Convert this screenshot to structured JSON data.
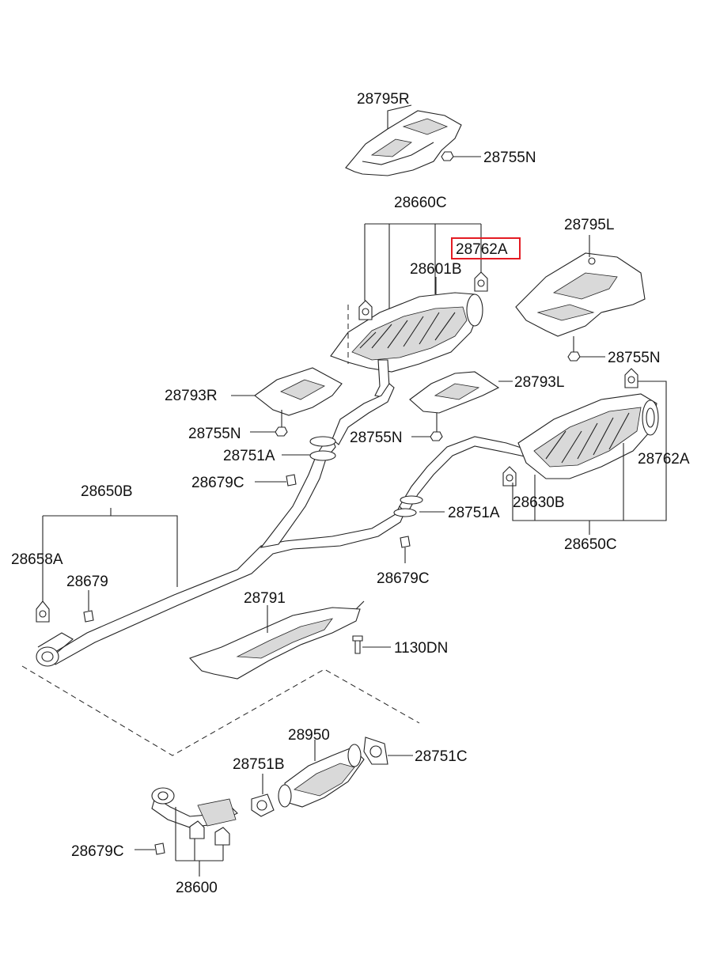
{
  "labels": {
    "l_28795R": "28795R",
    "l_28755N_top": "28755N",
    "l_28660C": "28660C",
    "l_28762A_top": "28762A",
    "l_28795L": "28795L",
    "l_28601B": "28601B",
    "l_28755N_right": "28755N",
    "l_28793R": "28793R",
    "l_28793L": "28793L",
    "l_28755N_left": "28755N",
    "l_28755N_mid": "28755N",
    "l_28751A_left": "28751A",
    "l_28762A_right": "28762A",
    "l_28679C_left": "28679C",
    "l_28650B": "28650B",
    "l_28630B": "28630B",
    "l_28751A_mid": "28751A",
    "l_28650C": "28650C",
    "l_28658A": "28658A",
    "l_28679": "28679",
    "l_28679C_mid": "28679C",
    "l_28791": "28791",
    "l_1130DN": "1130DN",
    "l_28950": "28950",
    "l_28751B": "28751B",
    "l_28751C": "28751C",
    "l_28679C_bottom": "28679C",
    "l_28600": "28600"
  },
  "highlight_part": "28762A",
  "highlight_color": "#e41b23"
}
